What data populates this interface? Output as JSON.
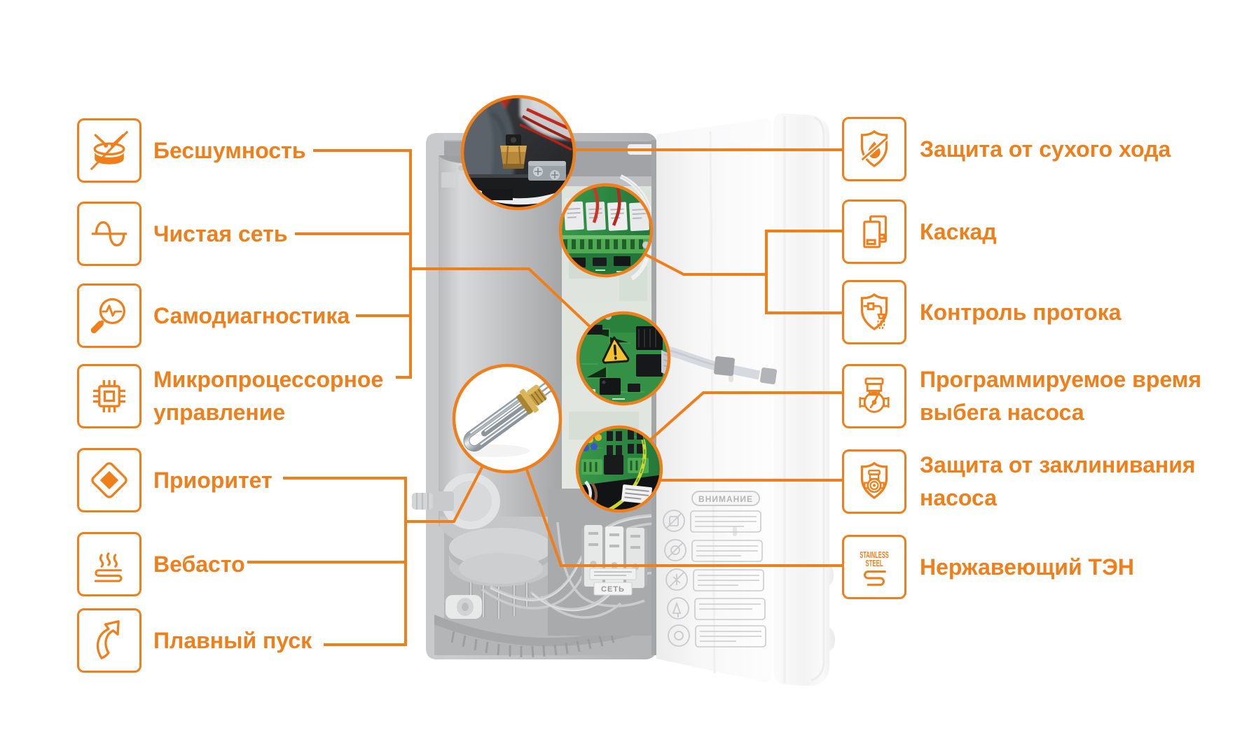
{
  "colors": {
    "accent": "#ef7f1b",
    "label_text": "#ef7f1b",
    "leader_line": "#ef7f1b",
    "background": "#ffffff",
    "pcb_green": "#2f8f41",
    "warning_yellow": "#f4c52e"
  },
  "features": {
    "left": [
      {
        "icon": "no-noise-drum-icon",
        "lines": [
          "Бесшумность"
        ]
      },
      {
        "icon": "sine-wave-icon",
        "lines": [
          "Чистая сеть"
        ]
      },
      {
        "icon": "self-diagnostics-magnifier-icon",
        "lines": [
          "Самодиагностика"
        ]
      },
      {
        "icon": "microprocessor-chip-icon",
        "lines": [
          "Микропроцессорное",
          "управление"
        ]
      },
      {
        "icon": "priority-sign-icon",
        "lines": [
          "Приоритет"
        ]
      },
      {
        "icon": "webasto-heating-icon",
        "lines": [
          "Вебасто"
        ]
      },
      {
        "icon": "soft-start-arrow-icon",
        "lines": [
          "Плавный пуск"
        ]
      }
    ],
    "right": [
      {
        "icon": "dry-run-protection-shield-icon",
        "lines": [
          "Защита от сухого хода"
        ]
      },
      {
        "icon": "cascade-boilers-icon",
        "lines": [
          "Каскад"
        ]
      },
      {
        "icon": "flow-control-shield-icon",
        "lines": [
          "Контроль протока"
        ]
      },
      {
        "icon": "pump-runout-timer-icon",
        "lines": [
          "Программируемое время",
          "выбега насоса"
        ]
      },
      {
        "icon": "pump-jam-protection-shield-icon",
        "lines": [
          "Защита от заклинивания",
          "насоса"
        ]
      },
      {
        "icon": "stainless-steel-icon",
        "lines": [
          "Нержавеющий ТЭН"
        ]
      }
    ]
  },
  "stainless_badge": {
    "line1": "STAINLESS",
    "line2": "STEEL"
  },
  "photo_labels": {
    "warning": "ВНИМАНИЕ",
    "power": "СЕТЬ"
  }
}
